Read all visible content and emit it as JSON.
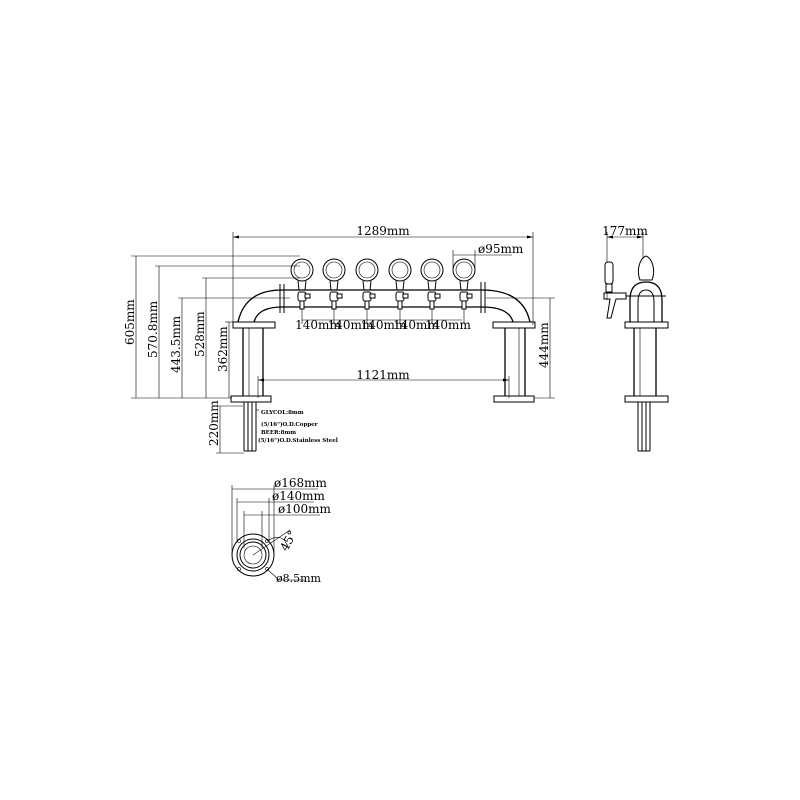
{
  "front_view": {
    "overall_width": "1289mm",
    "inner_width": "1121mm",
    "tap_spacing": [
      "140mm",
      "140mm",
      "140mm",
      "140mm",
      "140mm"
    ],
    "medallion_diameter": "ø95mm",
    "heights": [
      "605mm",
      "570.8mm",
      "443.5mm",
      "528mm",
      "362mm"
    ],
    "column_height": "444mm",
    "shank_length": "220mm",
    "notes": [
      "GLYCOL:8mm",
      "(5/16\")O.D.Copper",
      "BEER:8mm",
      "(5/16\")O.D.Stainless Steel"
    ]
  },
  "side_view": {
    "depth": "177mm"
  },
  "base_plate": {
    "outer_diameter": "ø168mm",
    "bolt_circle": "ø140mm",
    "inner_diameter": "ø100mm",
    "angle": "45°",
    "hole_diameter": "ø8.5mm"
  }
}
